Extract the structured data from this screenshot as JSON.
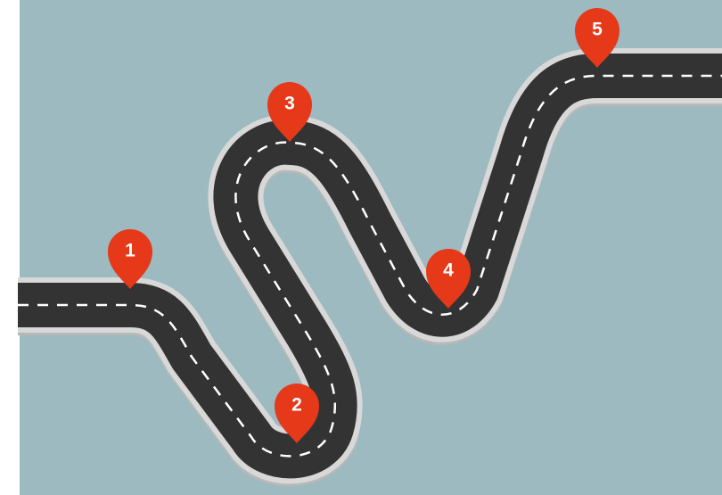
{
  "colors": {
    "background": "#9cbac0",
    "road_edge": "#d8d8d8",
    "road_edge_shadow": "#b8b8b8",
    "road_surface": "#333333",
    "lane_marking": "#ffffff",
    "pin": "#e5391a",
    "pin_text": "#ffffff"
  },
  "markers": [
    {
      "id": "1",
      "label": "1"
    },
    {
      "id": "2",
      "label": "2"
    },
    {
      "id": "3",
      "label": "3"
    },
    {
      "id": "4",
      "label": "4"
    },
    {
      "id": "5",
      "label": "5"
    }
  ]
}
